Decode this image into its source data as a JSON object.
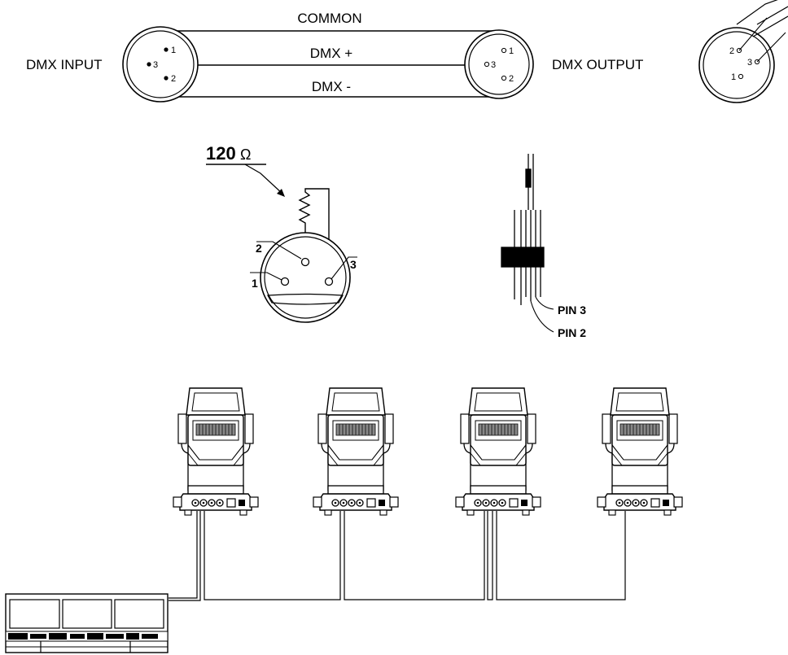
{
  "wiring": {
    "common_label": "COMMON",
    "dmx_plus_label": "DMX +",
    "dmx_minus_label": "DMX -",
    "input_label": "DMX INPUT",
    "output_label": "DMX OUTPUT"
  },
  "input_connector": {
    "pin1": "1",
    "pin2": "2",
    "pin3": "3"
  },
  "output_connector": {
    "pin1": "1",
    "pin2": "2",
    "pin3": "3"
  },
  "plug_connector": {
    "pin1": "1",
    "pin2": "2",
    "pin3": "3"
  },
  "terminator": {
    "resistance_value": "120",
    "resistance_unit": "Ω",
    "pin1": "1",
    "pin2": "2",
    "pin3": "3"
  },
  "cable": {
    "pin3_label": "PIN 3",
    "pin2_label": "PIN 2"
  },
  "fixtures": [
    {},
    {},
    {},
    {}
  ],
  "console": {}
}
